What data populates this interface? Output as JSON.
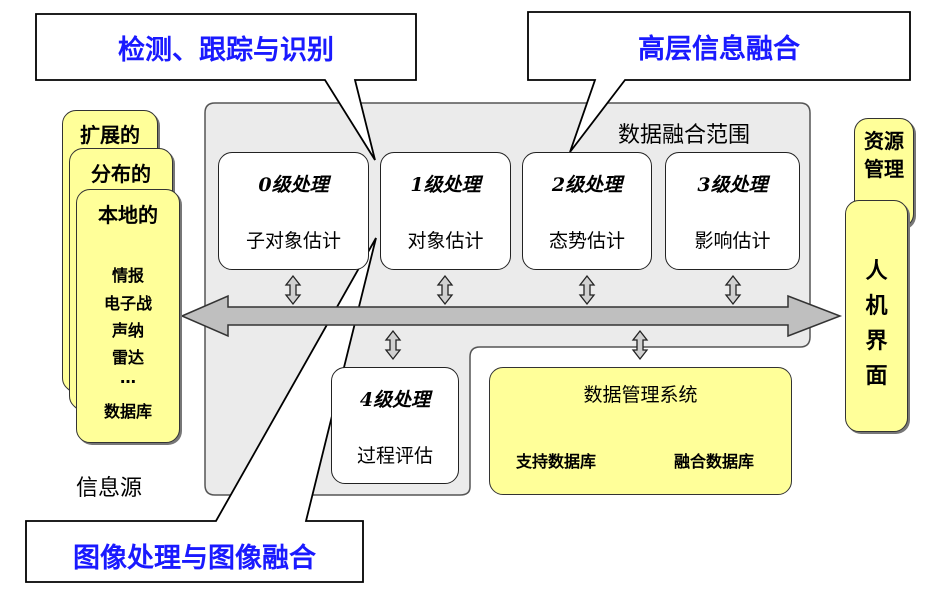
{
  "callouts": {
    "detection": "检测、跟踪与识别",
    "high_level": "高层信息融合",
    "image": "图像处理与图像融合"
  },
  "scope_label": "数据融合范围",
  "sources": {
    "card_labels": [
      "扩展的",
      "分布的",
      "本地的"
    ],
    "items": [
      "情报",
      "电子战",
      "声纳",
      "雷达",
      "…",
      "数据库"
    ],
    "caption": "信息源"
  },
  "levels": [
    {
      "title": "0级处理",
      "subtitle": "子对象估计"
    },
    {
      "title": "1级处理",
      "subtitle": "对象估计"
    },
    {
      "title": "2级处理",
      "subtitle": "态势估计"
    },
    {
      "title": "3级处理",
      "subtitle": "影响估计"
    }
  ],
  "level4": {
    "title": "4级处理",
    "subtitle": "过程评估"
  },
  "dbms": {
    "title": "数据管理系统",
    "db1": "支持数据库",
    "db2": "融合数据库"
  },
  "resource": {
    "label1": "资源",
    "label2": "管理"
  },
  "hci": {
    "chars": [
      "人",
      "机",
      "界",
      "面"
    ]
  },
  "colors": {
    "callout_text": "#1a1aff",
    "card_fill": "#ffff99",
    "scope_fill": "#ebebeb",
    "arrow_fill": "#bfbfbf"
  }
}
